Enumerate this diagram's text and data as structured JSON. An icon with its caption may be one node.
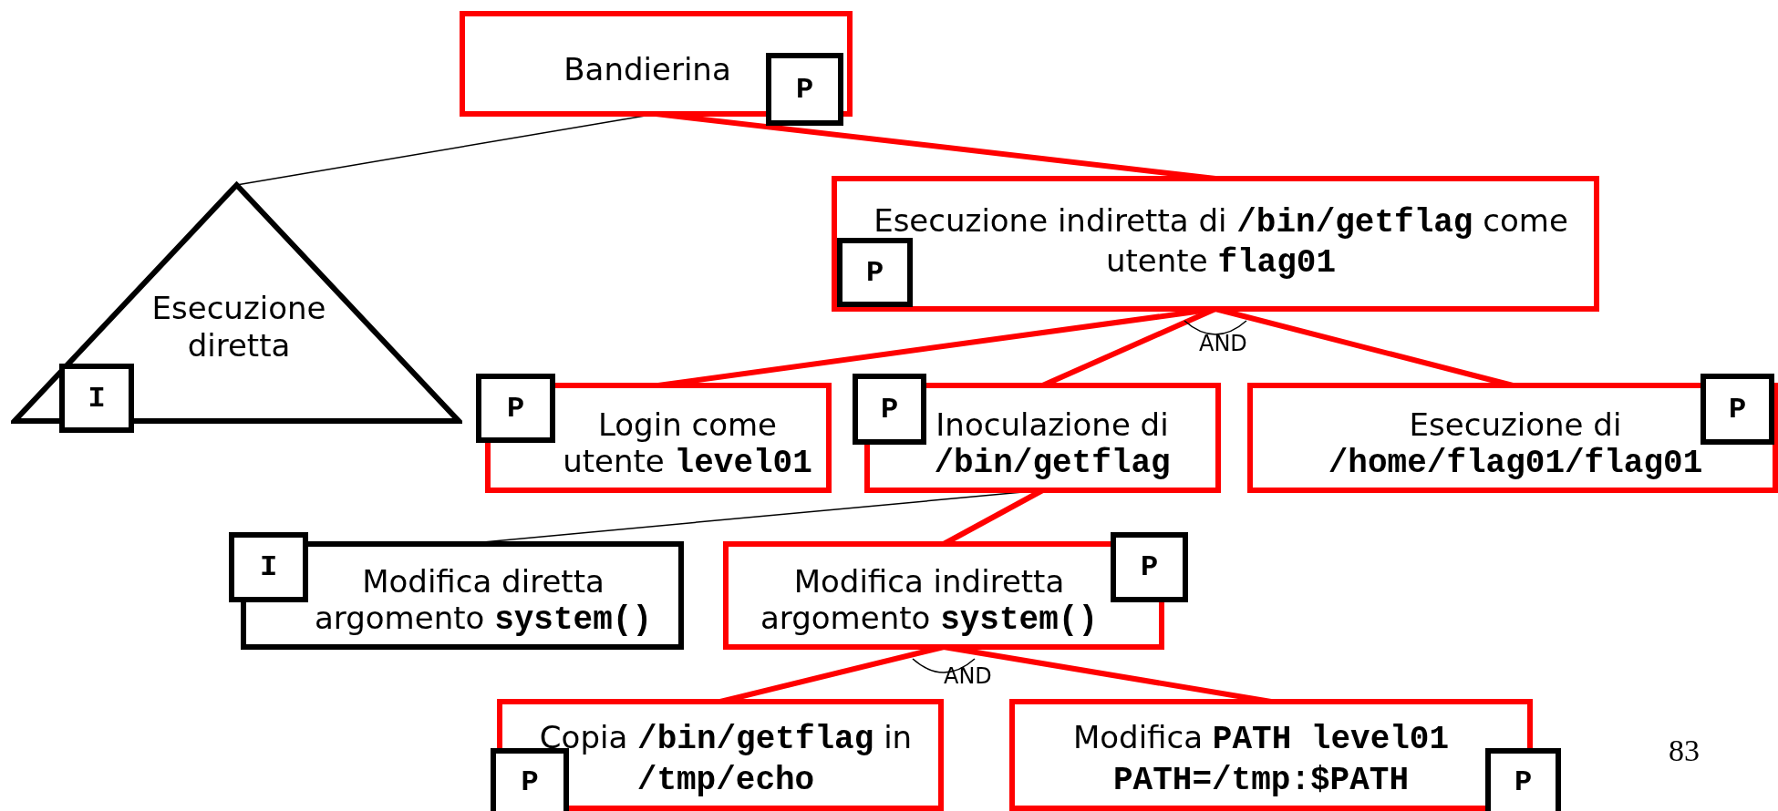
{
  "diagram": {
    "nodes": [
      {
        "text": [
          "Bandierina",
          "P"
        ]
      },
      {
        "text": [
          "Esecuzione diretta",
          "I"
        ]
      },
      {
        "text": [
          "Esecuzione indiretta di **/bin/getflag** come utente **flag01**",
          "P"
        ]
      },
      {
        "text": [
          "Login come utente **level01**",
          "P"
        ]
      },
      {
        "text": [
          "Inoculazione di **/bin/getflag**",
          "P"
        ]
      },
      {
        "text": [
          "Esecuzione di **/home/flag01/flag01**",
          "P"
        ]
      },
      {
        "text": [
          "Modifica diretta argomento **system()**",
          "I"
        ]
      },
      {
        "text": [
          "Modifica indiretta argomento **system()**",
          "P"
        ]
      },
      {
        "text": [
          "P",
          "Copia **/bin/getflag** in **/tmp/echo**"
        ]
      },
      {
        "text": [
          "Modifica **PATH level01** **PATH=/tmp:$PATH**",
          "P"
        ]
      }
    ],
    "edges": [
      {
        "from": 0,
        "to": 1,
        "arrow": "none",
        "color": "#000000"
      },
      {
        "from": 0,
        "to": 2,
        "arrow": "none"
      },
      {
        "from": 2,
        "to": 3,
        "arrow": "none"
      },
      {
        "from": 2,
        "to": 4,
        "arrow": "none"
      },
      {
        "from": 2,
        "to": 5,
        "arrow": "none"
      },
      {
        "from": 4,
        "to": 6,
        "arrow": "none",
        "color": "#000000"
      },
      {
        "from": 4,
        "to": 7,
        "arrow": "none"
      },
      {
        "from": 7,
        "to": 8,
        "arrow": "none"
      },
      {
        "from": 7,
        "to": 9,
        "arrow": "none"
      }
    ],
    "labels": [
      "AND",
      "AND",
      "83"
    ]
  }
}
